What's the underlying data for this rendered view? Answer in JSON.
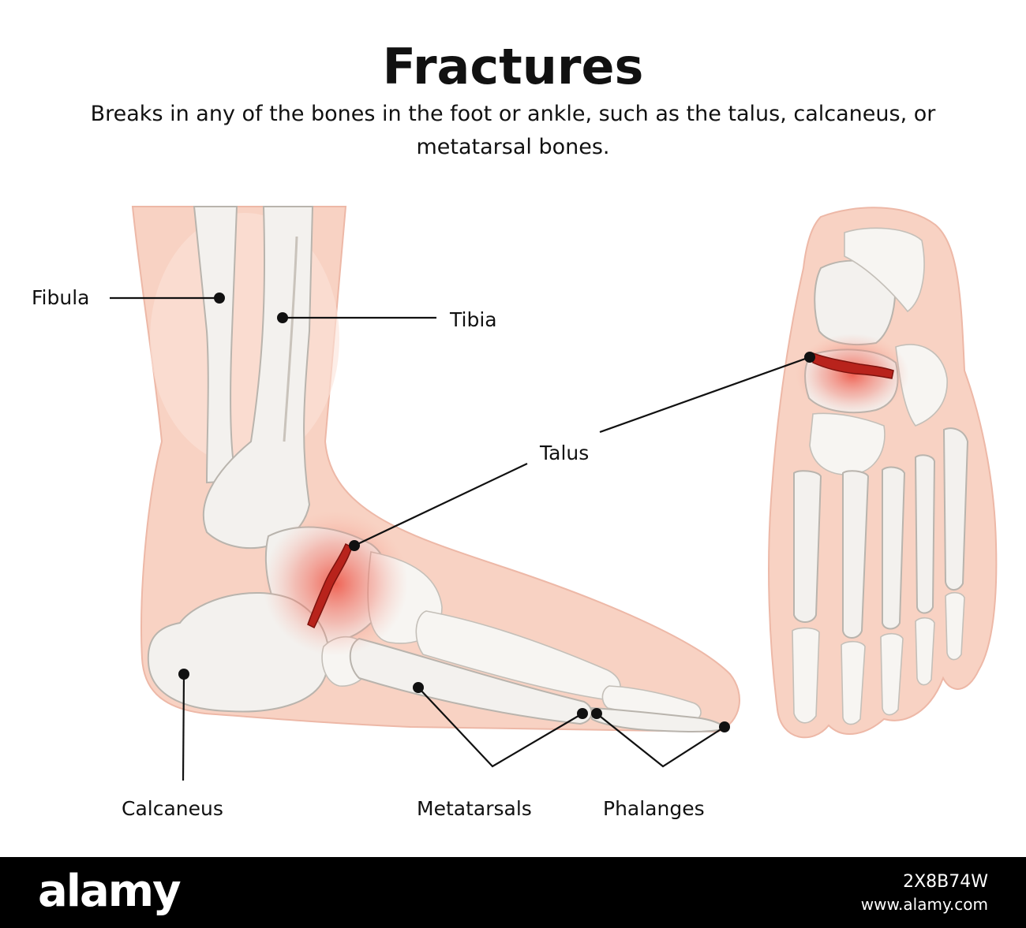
{
  "header": {
    "title": "Fractures",
    "subtitle": "Breaks in any of the bones in the foot or ankle, such as the talus, calcaneus, or metatarsal bones."
  },
  "labels": {
    "fibula": "Fibula",
    "tibia": "Tibia",
    "talus": "Talus",
    "calcaneus": "Calcaneus",
    "metatarsals": "Metatarsals",
    "phalanges": "Phalanges"
  },
  "watermark": {
    "brand": "alamy",
    "image_id": "2X8B74W",
    "url": "www.alamy.com"
  },
  "colors": {
    "skin": "#f8d2c3",
    "bone": "#f3f1ee",
    "fracture": "#b8231c",
    "inflammation": "#ee5a4a",
    "footer": "#000000"
  }
}
